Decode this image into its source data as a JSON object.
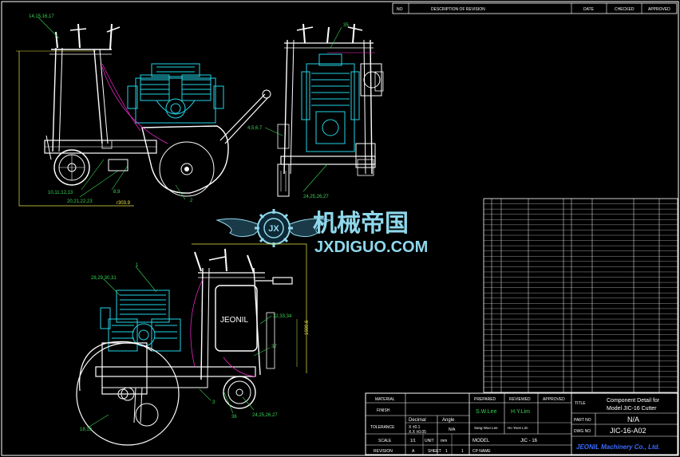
{
  "revision_header": {
    "no": "NO",
    "description": "DESCRIPTION OF REVISION",
    "date": "DATE",
    "checked": "CHECKED",
    "approved": "APPROVED"
  },
  "balloons": {
    "top_left_handle": "14,15,16,17",
    "left_base": "10,11,12,13",
    "left_base_2": "20,21,22,23",
    "left_mid": "8,9",
    "left_dim": "r303.9",
    "left_right": "2",
    "side_view_top": "35",
    "side_view_left": "4,5,6,7",
    "side_view_bottom": "24,25,26,27",
    "bottom_view_top": "1",
    "bottom_view_left": "28,29,30,31",
    "bottom_view_right": "32,33,34",
    "bottom_view_right2": "37",
    "bottom_view_dim": "1009.6",
    "bottom_view_base": "24,25,26,27",
    "bottom_view_base2": "36",
    "bottom_view_base3": "3",
    "bottom_view_left_bottom": "18,19"
  },
  "engine_label": "JEONIL",
  "watermark": {
    "cn": "机械帝国",
    "en": "JXDIGUO.COM",
    "logo": "JX"
  },
  "title_block": {
    "material_label": "MATERIAL",
    "finish_label": "FINISH",
    "tolerance_label": "TOLERANCE",
    "tol_decimal": "Decimal",
    "tol_angle": "Angle",
    "tol_val1": "X ±0.1",
    "tol_val2": "X.X ±0.05",
    "tol_angle_val": "N/A",
    "scale_label": "SCALE",
    "scale_val": "1/1",
    "unit_label": "UNIT",
    "unit_val": "mm",
    "revision_label": "REVISION",
    "revision_val": "A",
    "sheet_label": "SHEET",
    "sheet_val": "1",
    "of_val": "1",
    "prepared_label": "PREPARED",
    "reviewed_label": "REVIEWED",
    "approved_label": "APPROVED",
    "prepared_name": "S.W.Lee",
    "reviewed_name": "H.Y.Lim",
    "prepared_title": "Sang Woo Lee",
    "reviewed_title": "Ho Yeon Lim",
    "model_label": "MODEL",
    "model_val": "JIC - 16",
    "cp_label": "CP NAME",
    "title_label": "TITLE",
    "title_line1": "Component Detail for",
    "title_line2": "Model JIC-16 Cutter",
    "part_no_label": "PART NO",
    "part_no_val": "N/A",
    "dwg_no_label": "DWG NO",
    "dwg_no_val": "JIC-16-A02",
    "company": "JEONIL Machinery Co., Ltd."
  },
  "colors": {
    "line_white": "#ffffff",
    "cyan": "#22d3e6",
    "green": "#39d353",
    "yellow": "#e8e84a",
    "magenta": "#ff2bd6",
    "red": "#ff3030",
    "watermark": "#8fd8ec"
  }
}
